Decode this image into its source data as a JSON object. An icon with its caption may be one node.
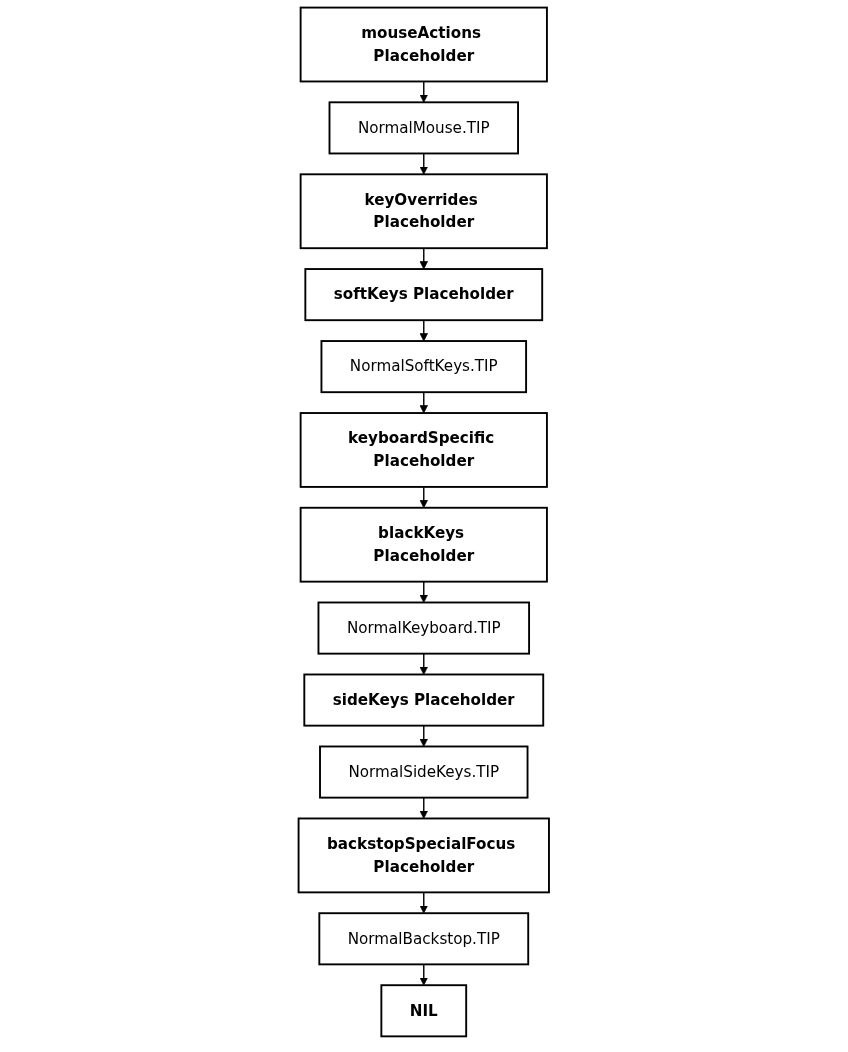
{
  "diagram": {
    "nodes": [
      {
        "text": [
          "mouseActions Placeholder"
        ]
      },
      {
        "text": [
          "NormalMouse.TIP"
        ]
      },
      {
        "text": [
          "keyOverrides Placeholder"
        ]
      },
      {
        "text": [
          "softKeys Placeholder"
        ]
      },
      {
        "text": [
          "NormalSoftKeys.TIP"
        ]
      },
      {
        "text": [
          "keyboardSpecific Placeholder"
        ]
      },
      {
        "text": [
          "blackKeys Placeholder"
        ]
      },
      {
        "text": [
          "NormalKeyboard.TIP"
        ]
      },
      {
        "text": [
          "sideKeys Placeholder"
        ]
      },
      {
        "text": [
          "NormalSideKeys.TIP"
        ]
      },
      {
        "text": [
          "backstopSpecialFocus Placeholder"
        ]
      },
      {
        "text": [
          "NormalBackstop.TIP"
        ]
      },
      {
        "text": [
          "NIL"
        ]
      }
    ],
    "edges": [
      {
        "from": 0,
        "to": 1,
        "arrow": "to"
      },
      {
        "from": 1,
        "to": 2,
        "arrow": "to"
      },
      {
        "from": 2,
        "to": 3,
        "arrow": "to"
      },
      {
        "from": 3,
        "to": 4,
        "arrow": "to"
      },
      {
        "from": 4,
        "to": 5,
        "arrow": "to"
      },
      {
        "from": 5,
        "to": 6,
        "arrow": "to"
      },
      {
        "from": 6,
        "to": 7,
        "arrow": "to"
      },
      {
        "from": 7,
        "to": 8,
        "arrow": "to"
      },
      {
        "from": 8,
        "to": 9,
        "arrow": "to"
      },
      {
        "from": 9,
        "to": 10,
        "arrow": "to"
      },
      {
        "from": 10,
        "to": 11,
        "arrow": "to"
      },
      {
        "from": 11,
        "to": 12,
        "arrow": "to"
      }
    ]
  }
}
